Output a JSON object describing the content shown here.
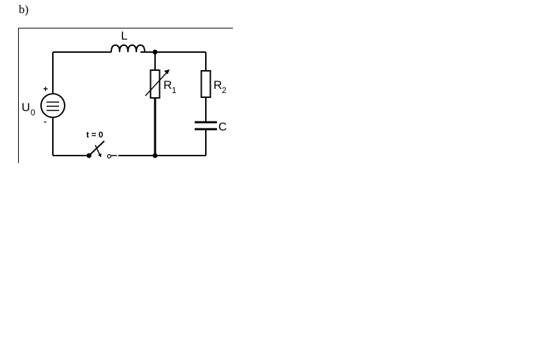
{
  "figure": {
    "part_label": "b)",
    "labels": {
      "inductor": "L",
      "resistor1_main": "R",
      "resistor1_sub": "1",
      "resistor2_main": "R",
      "resistor2_sub": "2",
      "capacitor": "C",
      "source_main": "U",
      "source_sub": "0",
      "source_plus": "+",
      "source_minus": "-",
      "switch_time": "t = 0"
    }
  }
}
